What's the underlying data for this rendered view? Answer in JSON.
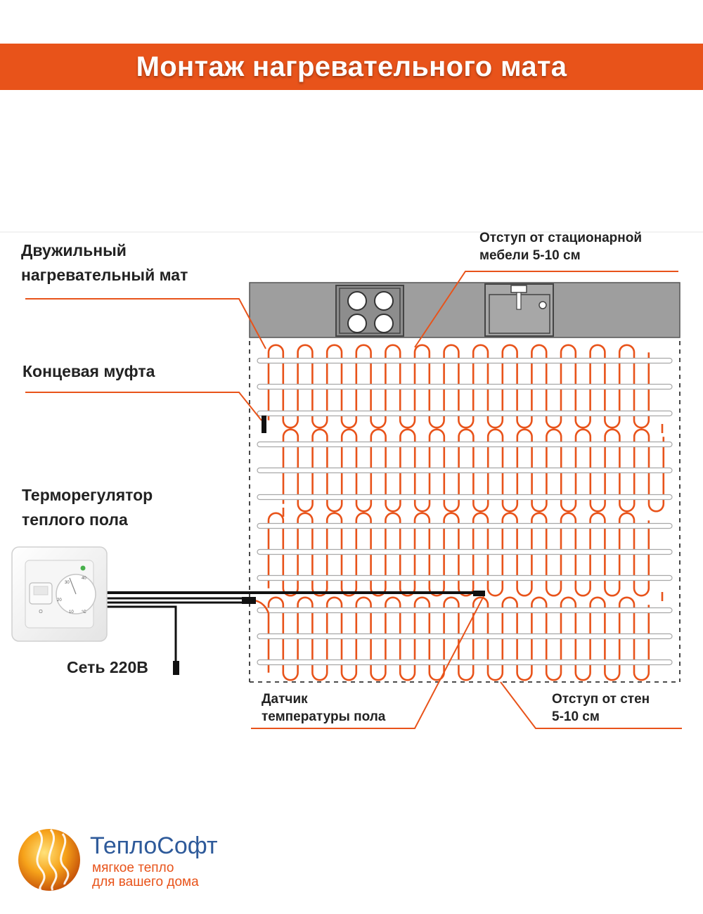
{
  "title": "Монтаж нагревательного мата",
  "labels": {
    "mat_line1": "Двужильный",
    "mat_line2": "нагревательный мат",
    "end_coupling": "Концевая муфта",
    "thermostat_line1": "Терморегулятор",
    "thermostat_line2": "теплого пола",
    "mains": "Сеть 220В",
    "sensor_line1": "Датчик",
    "sensor_line2": "температуры пола",
    "furniture_offset_line1": "Отступ от стационарной",
    "furniture_offset_line2": "мебели 5-10 см",
    "wall_offset_line1": "Отступ от стен",
    "wall_offset_line2": "5-10 см"
  },
  "thermostat": {
    "dial_scale": [
      "30",
      "40",
      "20",
      "10",
      "°C"
    ],
    "switch_mark": "O"
  },
  "brand": {
    "name": "ТеплоСофт",
    "tagline_line1": "мягкое тепло",
    "tagline_line2": "для вашего дома"
  },
  "colors": {
    "accent": "#e8531a",
    "cable": "#e8531a",
    "brand_blue": "#2e5a9a",
    "counter_gray": "#9e9e9e"
  }
}
